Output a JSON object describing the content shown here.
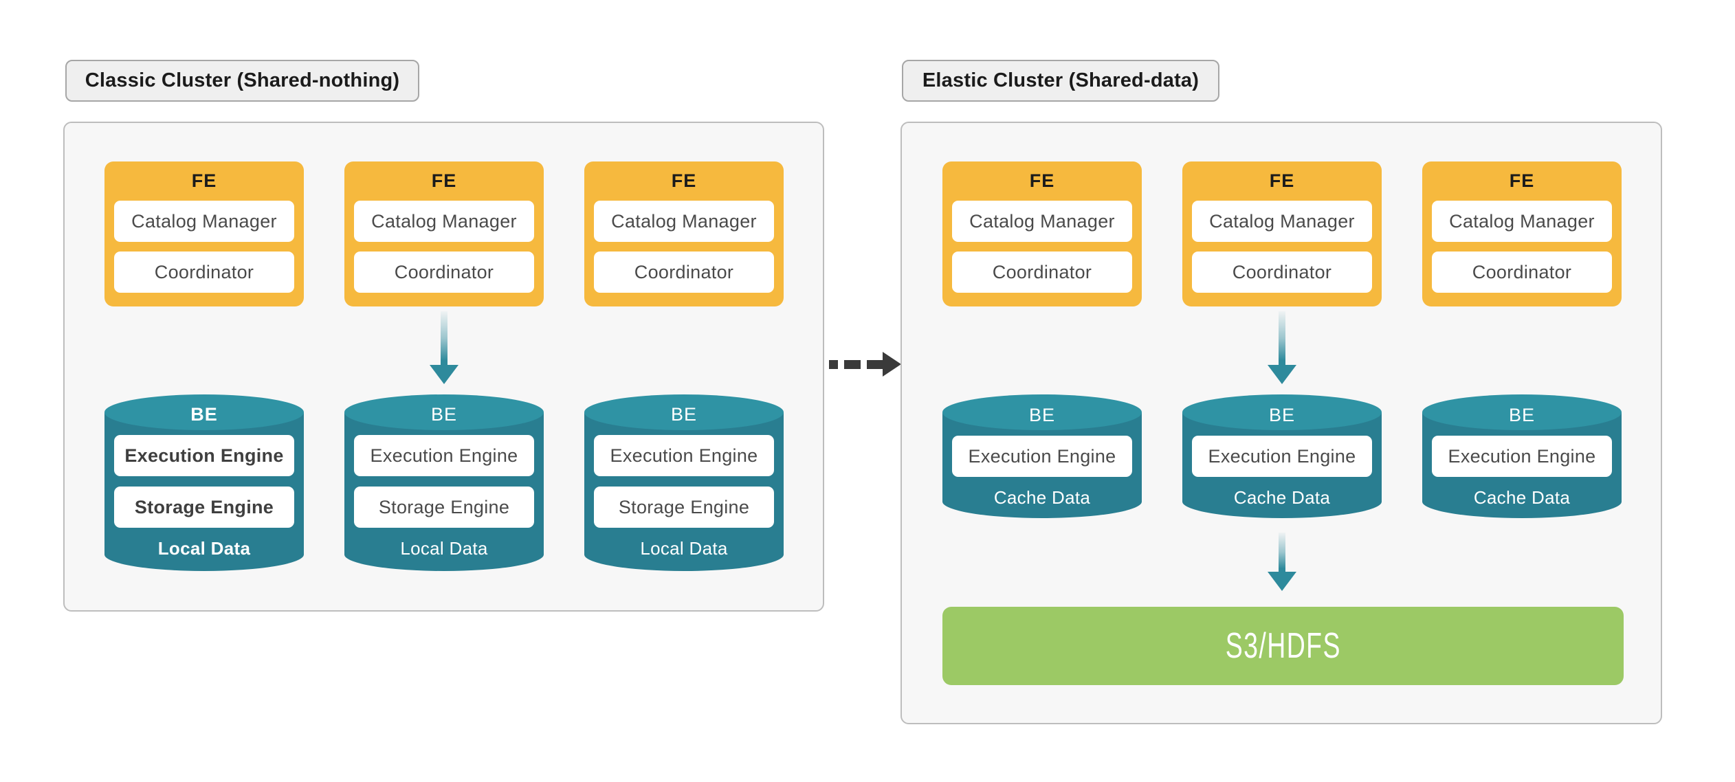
{
  "colors": {
    "fe_node": "#F6B93E",
    "be_cylinder_top": "#2F93A4",
    "be_cylinder_body": "#297E91",
    "flow_arrow": "#2E8A9C",
    "storage_box": "#9CC965",
    "transition_arrow": "#3A3A3A",
    "panel_background": "#F7F7F7"
  },
  "icons": {
    "flow_arrow": "down-arrow-icon",
    "transition_arrow": "dashed-right-arrow-icon",
    "be_shape": "database-cylinder"
  },
  "clusters": [
    {
      "title": "Classic Cluster (Shared-nothing)",
      "fe_nodes": [
        {
          "label": "FE",
          "items": [
            "Catalog Manager",
            "Coordinator"
          ]
        },
        {
          "label": "FE",
          "items": [
            "Catalog Manager",
            "Coordinator"
          ]
        },
        {
          "label": "FE",
          "items": [
            "Catalog Manager",
            "Coordinator"
          ]
        }
      ],
      "be_nodes": [
        {
          "label": "BE",
          "items": [
            "Execution Engine",
            "Storage Engine"
          ],
          "footer": "Local Data",
          "emphasis": true
        },
        {
          "label": "BE",
          "items": [
            "Execution Engine",
            "Storage Engine"
          ],
          "footer": "Local Data",
          "emphasis": false
        },
        {
          "label": "BE",
          "items": [
            "Execution Engine",
            "Storage Engine"
          ],
          "footer": "Local Data",
          "emphasis": false
        }
      ]
    },
    {
      "title": "Elastic Cluster (Shared-data)",
      "fe_nodes": [
        {
          "label": "FE",
          "items": [
            "Catalog Manager",
            "Coordinator"
          ]
        },
        {
          "label": "FE",
          "items": [
            "Catalog Manager",
            "Coordinator"
          ]
        },
        {
          "label": "FE",
          "items": [
            "Catalog Manager",
            "Coordinator"
          ]
        }
      ],
      "be_nodes": [
        {
          "label": "BE",
          "items": [
            "Execution Engine"
          ],
          "footer": "Cache Data",
          "emphasis": false
        },
        {
          "label": "BE",
          "items": [
            "Execution Engine"
          ],
          "footer": "Cache Data",
          "emphasis": false
        },
        {
          "label": "BE",
          "items": [
            "Execution Engine"
          ],
          "footer": "Cache Data",
          "emphasis": false
        }
      ],
      "storage_label": "S3/HDFS"
    }
  ]
}
